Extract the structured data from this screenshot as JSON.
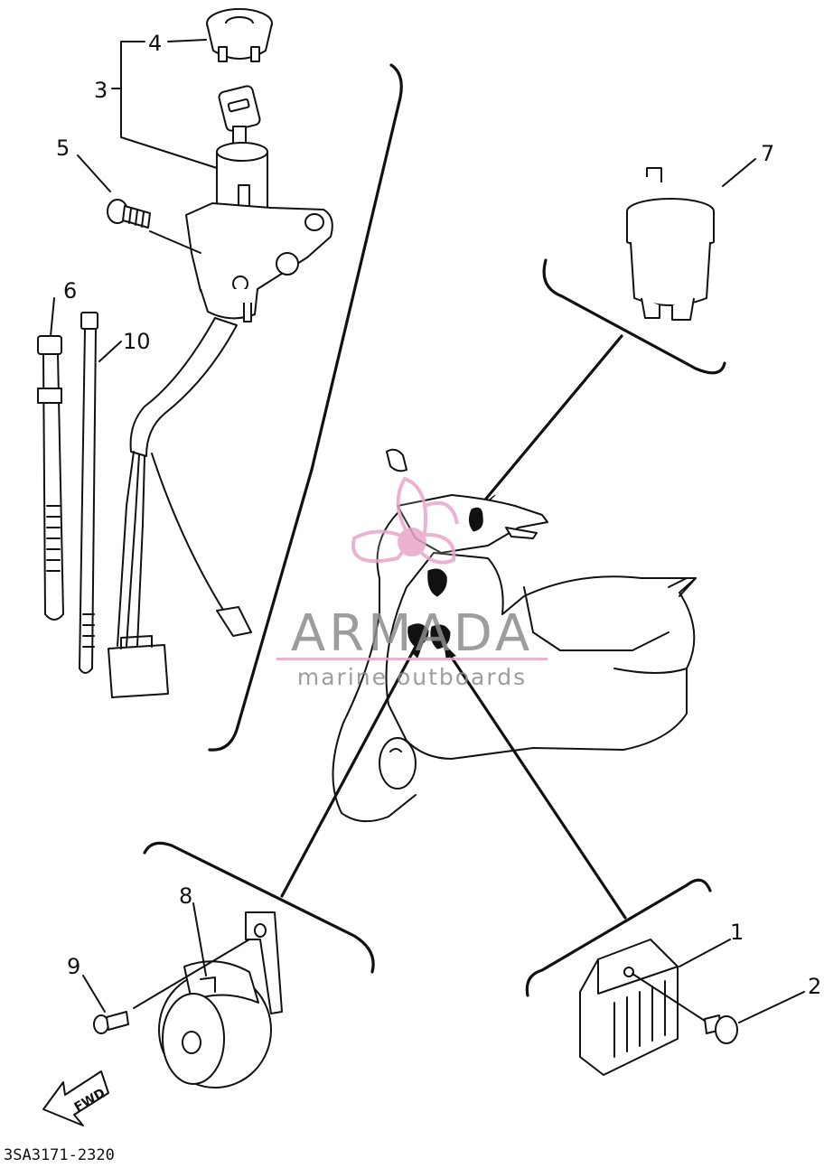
{
  "diagram": {
    "part_code": "3SA3171-2320",
    "callouts": [
      "1",
      "2",
      "3",
      "4",
      "5",
      "6",
      "7",
      "8",
      "9",
      "10"
    ],
    "direction_arrow": "FWD"
  },
  "watermark": {
    "title": "ARMADA",
    "subtitle": "marine outboards",
    "color": "#e8a6c8",
    "text_color": "#8c8c8c",
    "logo": "propeller-logo"
  },
  "colors": {
    "line": "#111111",
    "background": "#ffffff"
  }
}
